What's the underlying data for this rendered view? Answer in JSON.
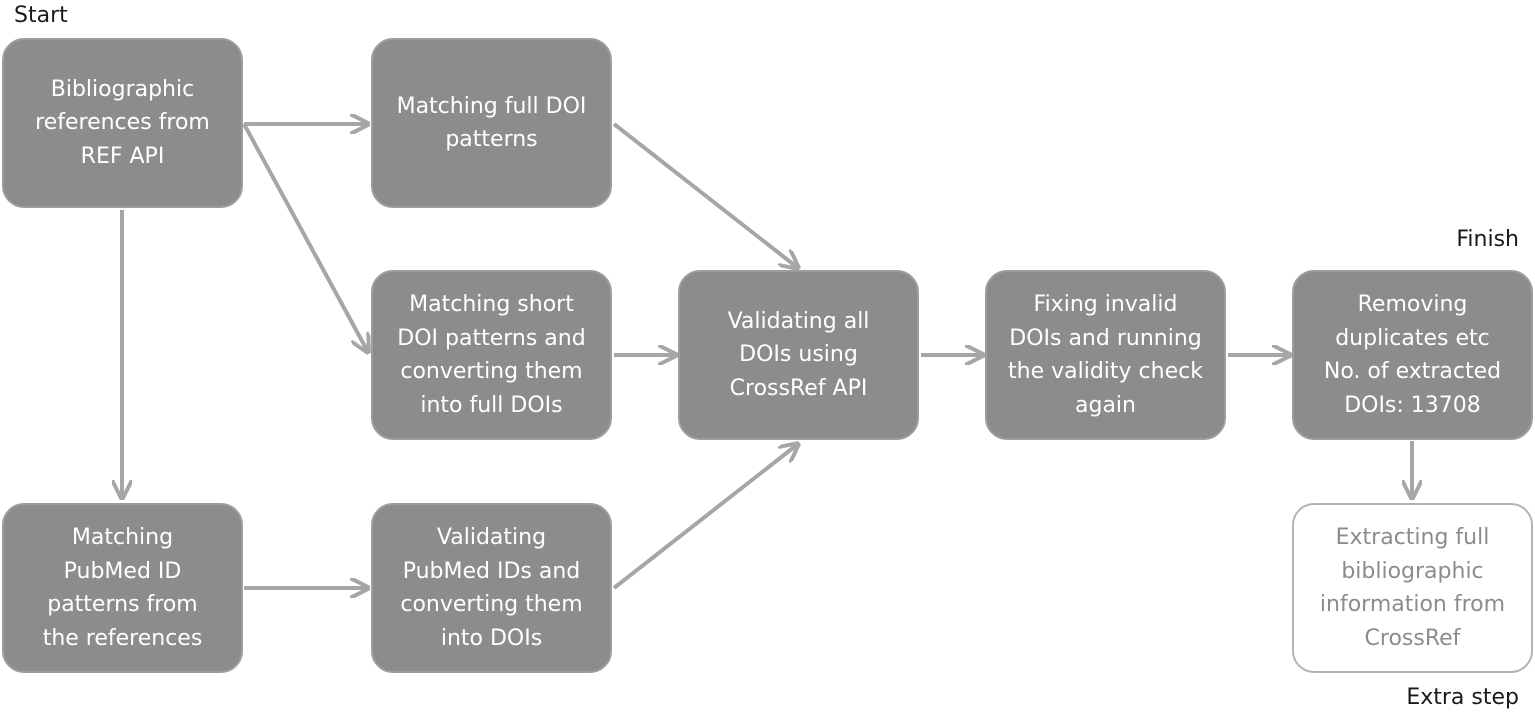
{
  "labels": {
    "start": "Start",
    "finish": "Finish",
    "extra": "Extra step"
  },
  "boxes": {
    "ref_api": "Bibliographic\nreferences from\nREF API",
    "full_doi": "Matching full DOI\npatterns",
    "short_doi": "Matching short\nDOI patterns and\nconverting them\ninto full DOIs",
    "pubmed_match": "Matching\nPubMed ID\npatterns from\nthe references",
    "pubmed_validate": "Validating\nPubMed IDs and\nconverting them\ninto DOIs",
    "validate_dois": "Validating all\nDOIs using\nCrossRef API",
    "fix_invalid": "Fixing invalid\nDOIs and running\nthe validity check\nagain",
    "remove_duplicates": "Removing\nduplicates etc\nNo. of extracted\nDOIs: 13708",
    "extract_info": "Extracting full\nbibliographic\ninformation from\nCrossRef"
  },
  "colors": {
    "box_fill": "#8c8c8c",
    "box_border": "#9d9d9d",
    "arrow": "#a6a6a6",
    "extra_text": "#8c8c8c"
  }
}
